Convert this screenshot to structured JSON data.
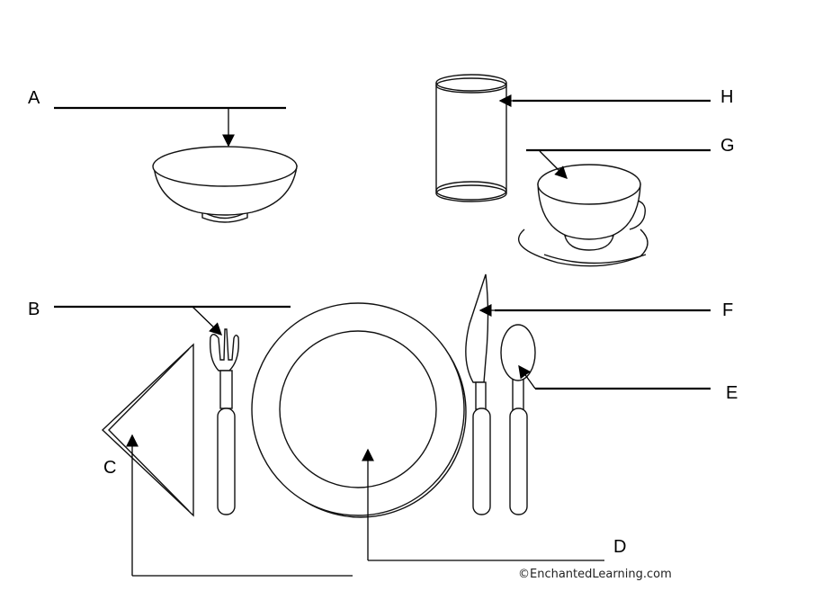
{
  "labels": {
    "A": "A",
    "B": "B",
    "C": "C",
    "D": "D",
    "E": "E",
    "F": "F",
    "G": "G",
    "H": "H"
  },
  "copyright": "©EnchantedLearning.com"
}
